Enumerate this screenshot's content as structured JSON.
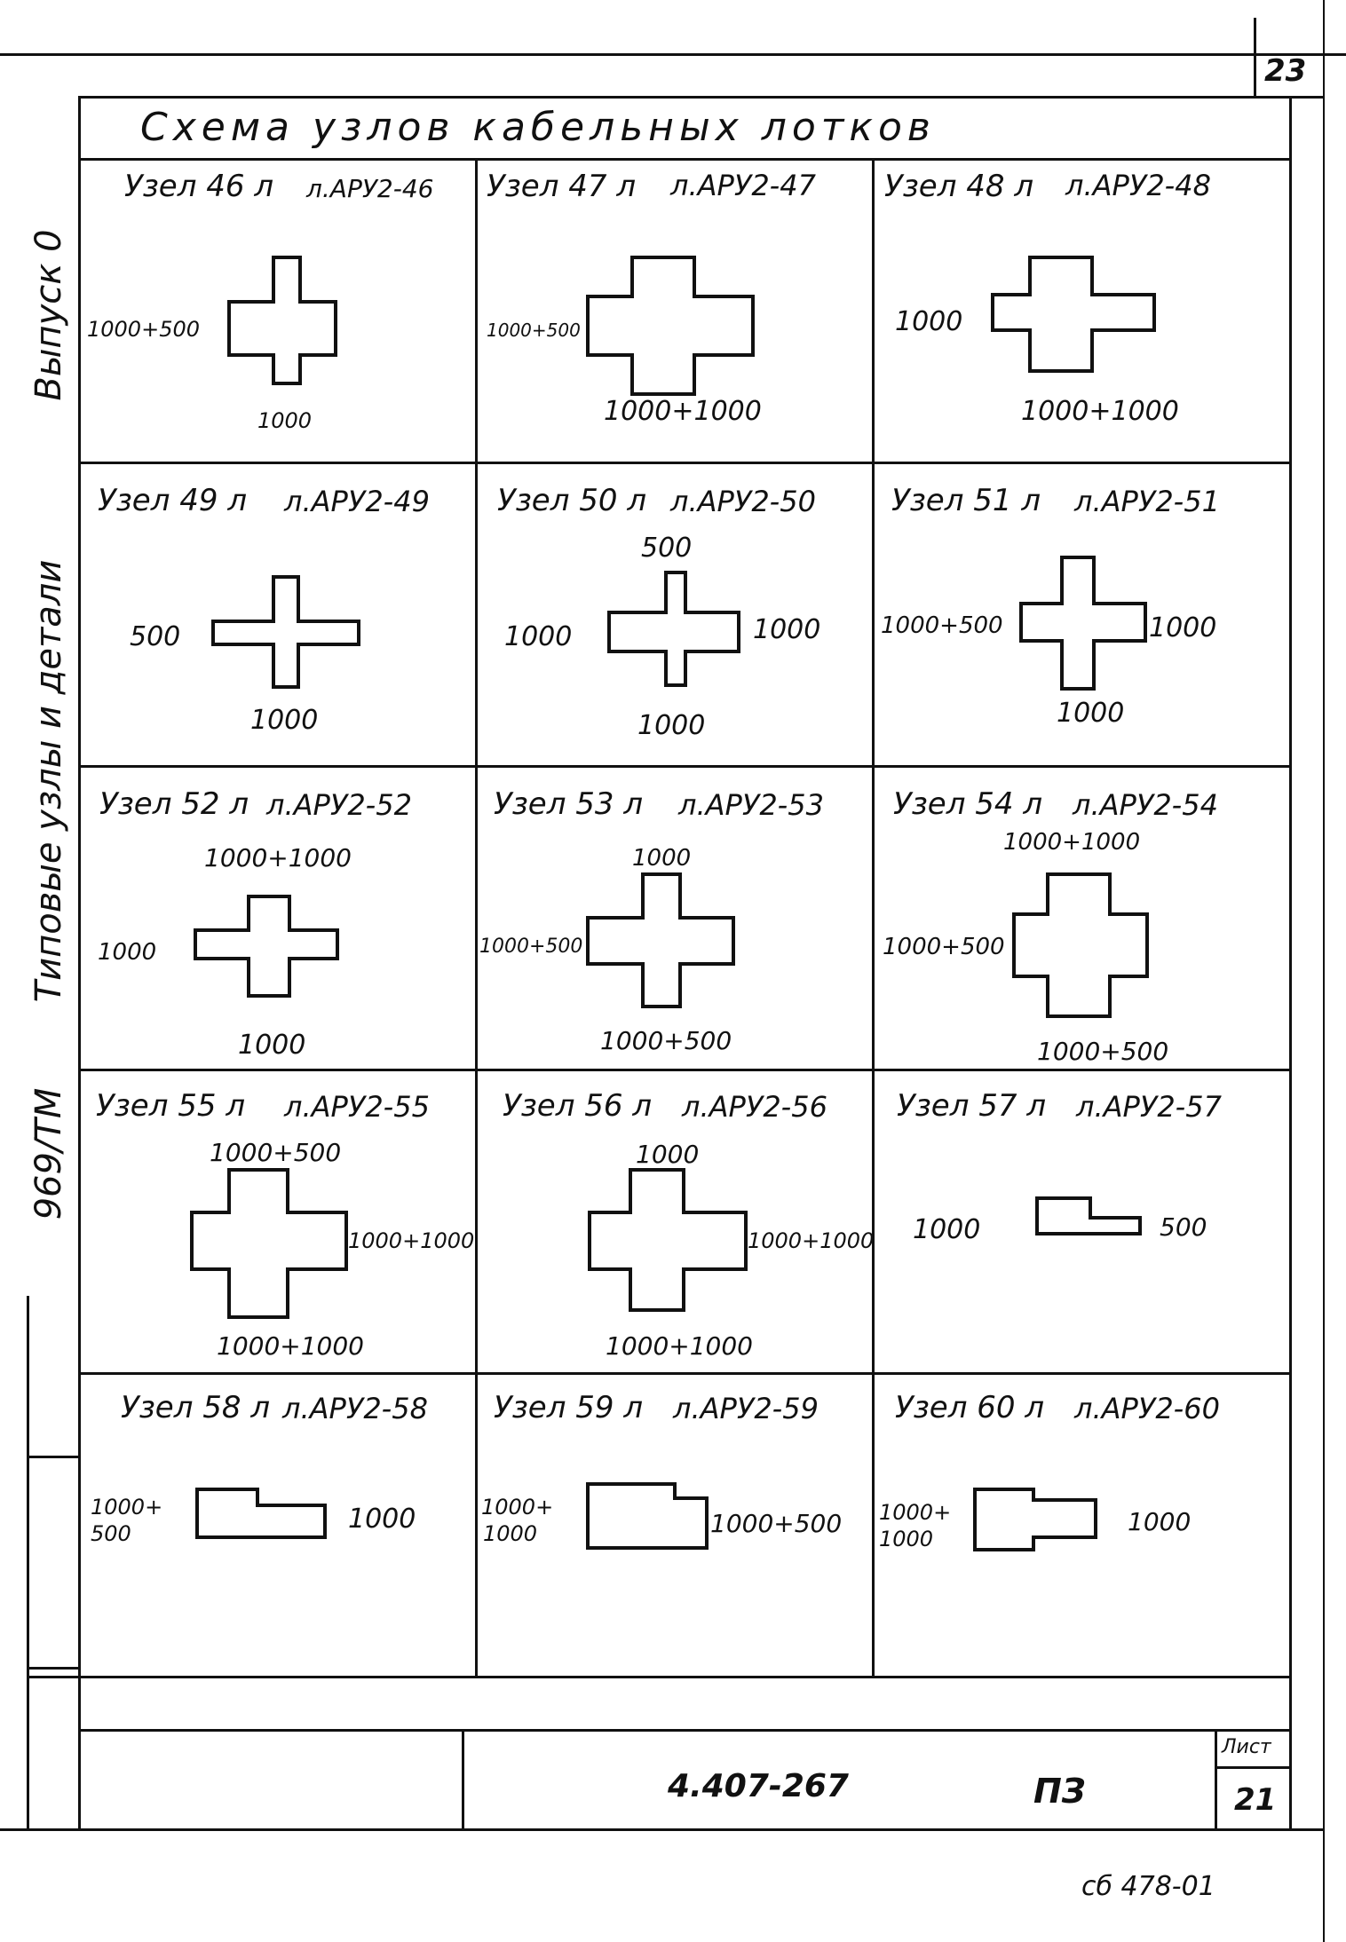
{
  "sheet_corner_number": "23",
  "title": "Схема узлов кабельных лотков",
  "side_labels": {
    "issue": "Выпуск 0",
    "series": "Типовые узлы и детали",
    "code": "969/ТМ"
  },
  "nodes": [
    {
      "title": "Узел 46 л",
      "sheet_ref": "л.АРУ2-46",
      "labels": [
        "1000+500",
        "1000"
      ]
    },
    {
      "title": "Узел 47 л",
      "sheet_ref": "л.АРУ2-47",
      "labels": [
        "1000+500",
        "1000+1000"
      ]
    },
    {
      "title": "Узел 48 л",
      "sheet_ref": "л.АРУ2-48",
      "labels": [
        "1000",
        "1000+1000"
      ]
    },
    {
      "title": "Узел 49 л",
      "sheet_ref": "л.АРУ2-49",
      "labels": [
        "500",
        "1000"
      ]
    },
    {
      "title": "Узел 50 л",
      "sheet_ref": "л.АРУ2-50",
      "labels": [
        "500",
        "1000",
        "1000",
        "1000"
      ]
    },
    {
      "title": "Узел 51 л",
      "sheet_ref": "л.АРУ2-51",
      "labels": [
        "1000+500",
        "1000",
        "1000"
      ]
    },
    {
      "title": "Узел 52 л",
      "sheet_ref": "л.АРУ2-52",
      "labels": [
        "1000+1000",
        "1000",
        "1000"
      ]
    },
    {
      "title": "Узел 53 л",
      "sheet_ref": "л.АРУ2-53",
      "labels": [
        "1000",
        "1000+500",
        "1000+500"
      ]
    },
    {
      "title": "Узел 54 л",
      "sheet_ref": "л.АРУ2-54",
      "labels": [
        "1000+1000",
        "1000+500",
        "1000+500"
      ]
    },
    {
      "title": "Узел 55 л",
      "sheet_ref": "л.АРУ2-55",
      "labels": [
        "1000+500",
        "1000+1000",
        "1000+1000"
      ]
    },
    {
      "title": "Узел 56 л",
      "sheet_ref": "л.АРУ2-56",
      "labels": [
        "1000",
        "1000+1000",
        "1000+1000"
      ]
    },
    {
      "title": "Узел 57 л",
      "sheet_ref": "л.АРУ2-57",
      "labels": [
        "1000",
        "500"
      ]
    },
    {
      "title": "Узел 58 л",
      "sheet_ref": "л.АРУ2-58",
      "labels": [
        "1000+",
        "500",
        "1000"
      ]
    },
    {
      "title": "Узел 59 л",
      "sheet_ref": "л.АРУ2-59",
      "labels": [
        "1000+",
        "1000",
        "1000+500"
      ]
    },
    {
      "title": "Узел 60 л",
      "sheet_ref": "л.АРУ2-60",
      "labels": [
        "1000+",
        "1000",
        "1000"
      ]
    }
  ],
  "title_block": {
    "doc_number": "4.407-267",
    "stage": "ПЗ",
    "sheet_label": "Лист",
    "sheet_number": "21"
  },
  "bottom_note": "сб 478-01"
}
